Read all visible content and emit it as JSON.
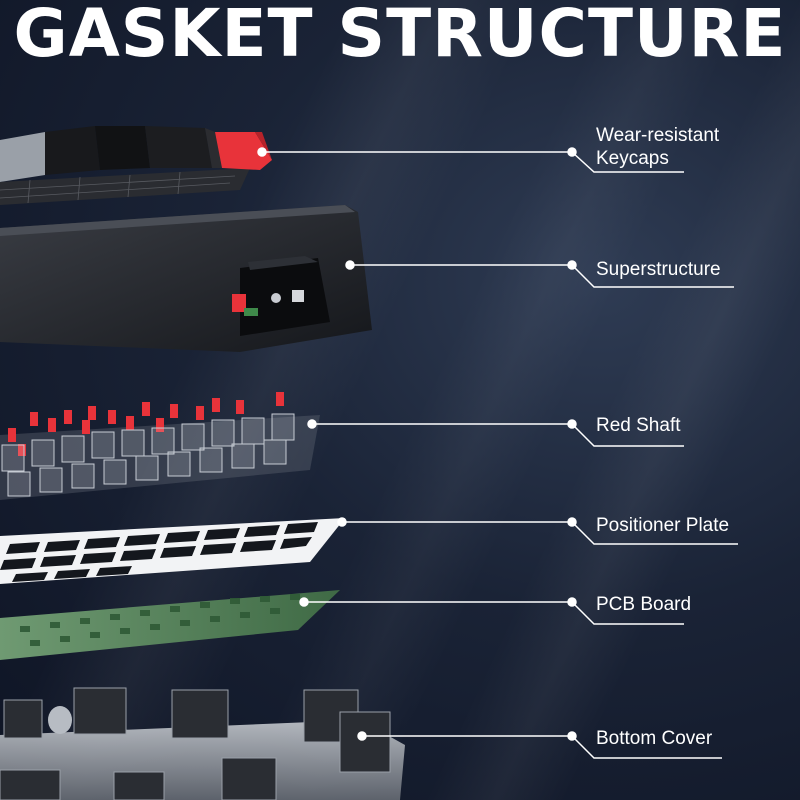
{
  "title": "GASKET STRUCTURE",
  "colors": {
    "accent_red": "#e8333a",
    "pcb_green": "#4f7a52",
    "background": "#1a2336",
    "label_text": "#ffffff"
  },
  "layers": [
    {
      "label_lines": [
        "Wear-resistant",
        "Keycaps"
      ]
    },
    {
      "label_lines": [
        "Superstructure"
      ]
    },
    {
      "label_lines": [
        "Red Shaft"
      ]
    },
    {
      "label_lines": [
        "Positioner Plate"
      ]
    },
    {
      "label_lines": [
        "PCB Board"
      ]
    },
    {
      "label_lines": [
        "Bottom Cover"
      ]
    }
  ]
}
